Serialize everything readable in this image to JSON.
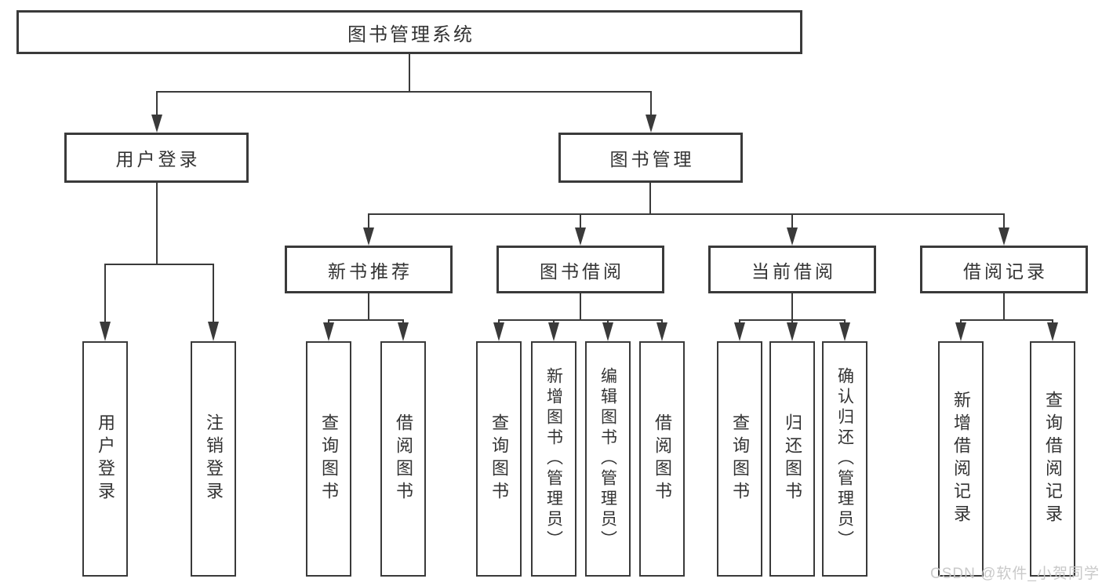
{
  "diagram": {
    "root": "图书管理系统",
    "level2": [
      "用户登录",
      "图书管理"
    ],
    "level3": [
      "新书推荐",
      "图书借阅",
      "当前借阅",
      "借阅记录"
    ],
    "leaves": {
      "login": [
        "用户登录",
        "注销登录"
      ],
      "recommend": [
        "查询图书",
        "借阅图书"
      ],
      "borrow": [
        "查询图书",
        "新增图书（管理员）",
        "编辑图书（管理员）",
        "借阅图书"
      ],
      "current": [
        "查询图书",
        "归还图书",
        "确认归还（管理员）"
      ],
      "records": [
        "新增借阅记录",
        "查询借阅记录"
      ]
    }
  },
  "watermark": "CSDN @软件_小贺同学",
  "colors": {
    "line": "#3a3a3a",
    "text": "#333333",
    "background": "#ffffff",
    "watermark": "#c6c6c6"
  }
}
